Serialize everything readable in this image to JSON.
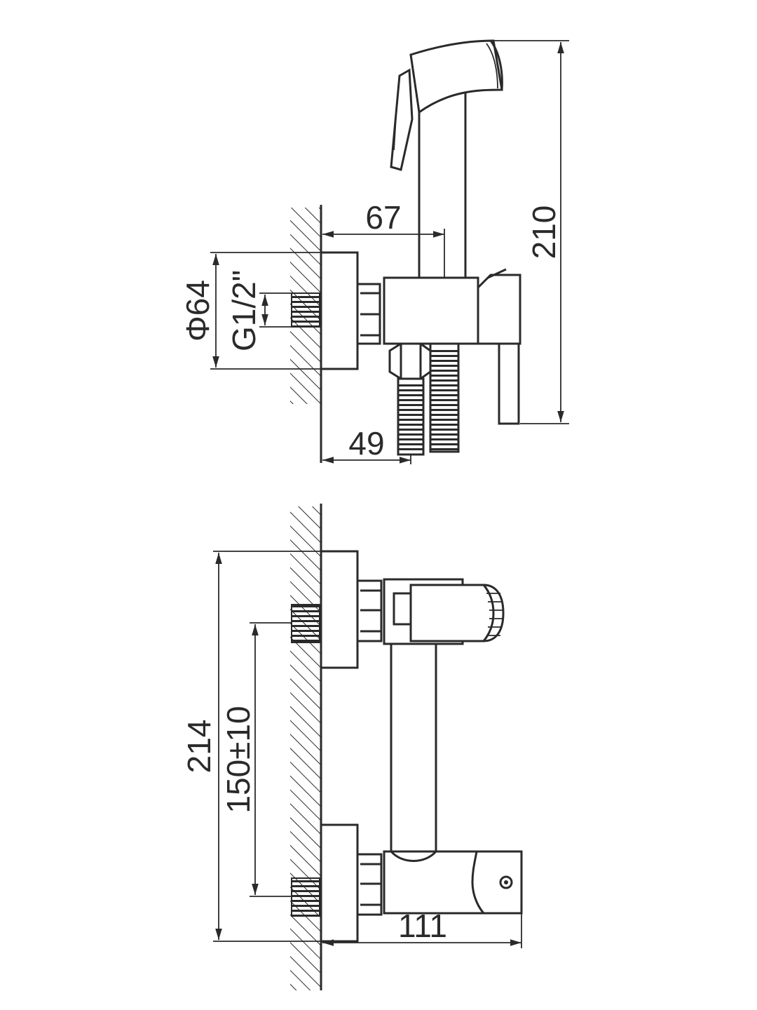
{
  "side_view": {
    "dim_depth_total": "67",
    "dim_height_total": "210",
    "dim_flange_diameter": "Φ64",
    "dim_thread": "G1/2\"",
    "dim_hose_offset": "49"
  },
  "front_view": {
    "dim_height_total": "214",
    "dim_center_distance": "150±10",
    "dim_depth_total": "111"
  },
  "colors": {
    "line": "#2a2a2a",
    "background": "#ffffff"
  }
}
